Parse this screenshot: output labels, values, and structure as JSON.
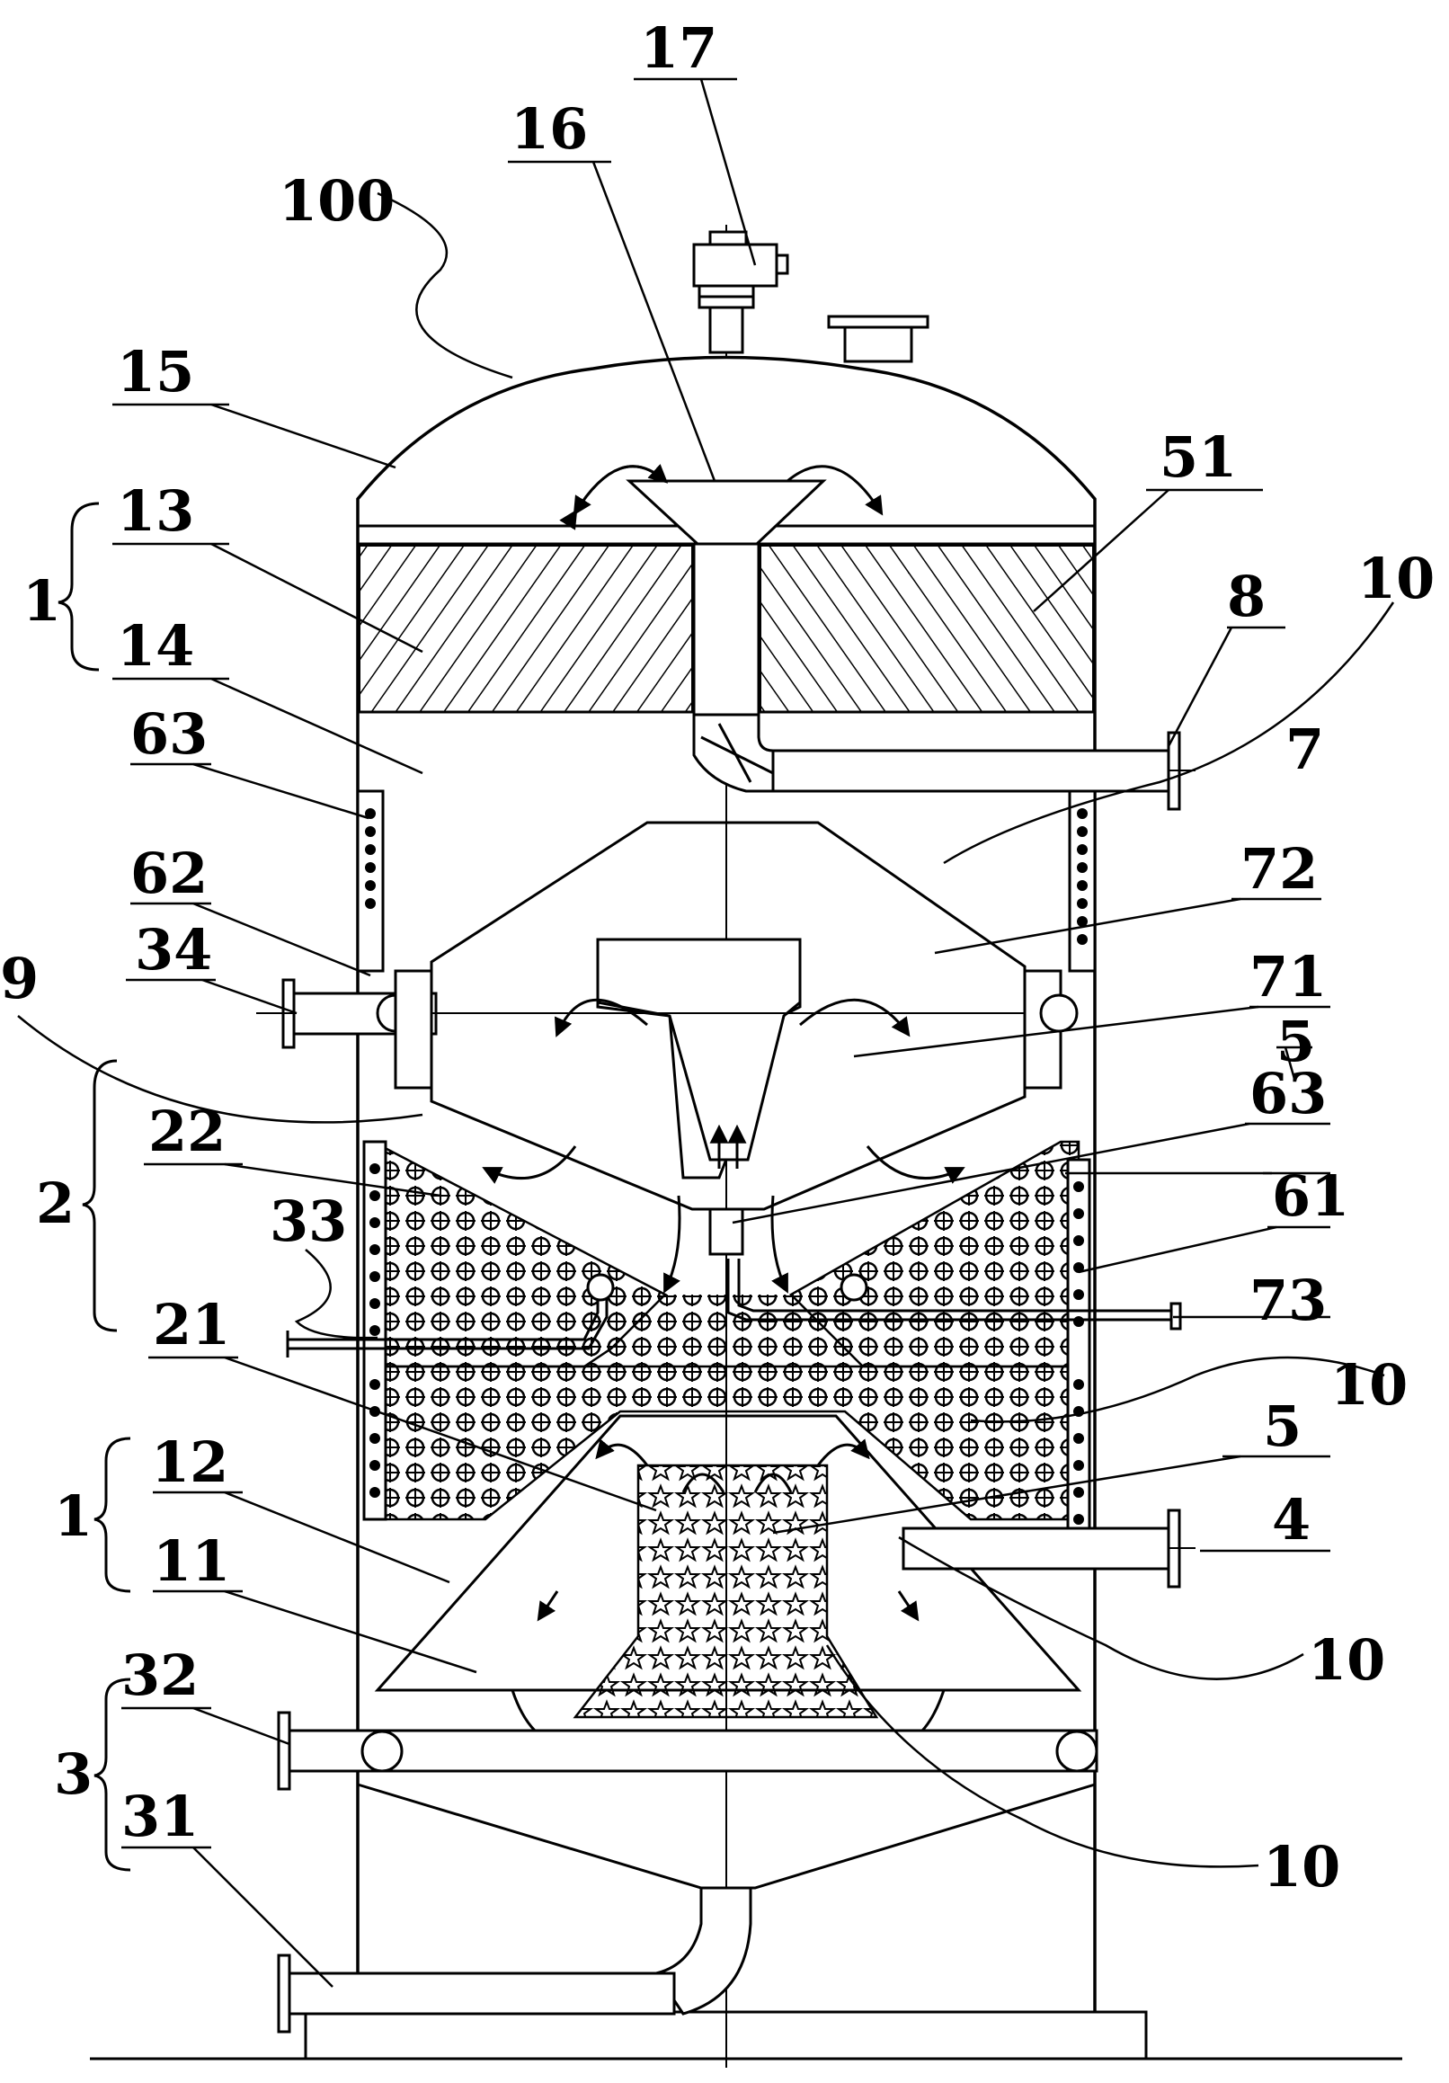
{
  "labels": {
    "l17": "17",
    "l16": "16",
    "l100": "100",
    "l15": "15",
    "l51": "51",
    "l1a": "1",
    "l13": "13",
    "l14": "14",
    "l8": "8",
    "l10a": "10",
    "l63a": "63",
    "l62": "62",
    "l7": "7",
    "l34": "34",
    "l72": "72",
    "l9": "9",
    "l71": "71",
    "l5a": "5",
    "l2": "2",
    "l22": "22",
    "l63b": "63",
    "l61": "61",
    "l33": "33",
    "l73": "73",
    "l21": "21",
    "l10b": "10",
    "l1b": "1",
    "l12": "12",
    "l5b": "5",
    "l11": "11",
    "l4": "4",
    "l10c": "10",
    "l3": "3",
    "l32": "32",
    "l31": "31",
    "l10d": "10"
  }
}
